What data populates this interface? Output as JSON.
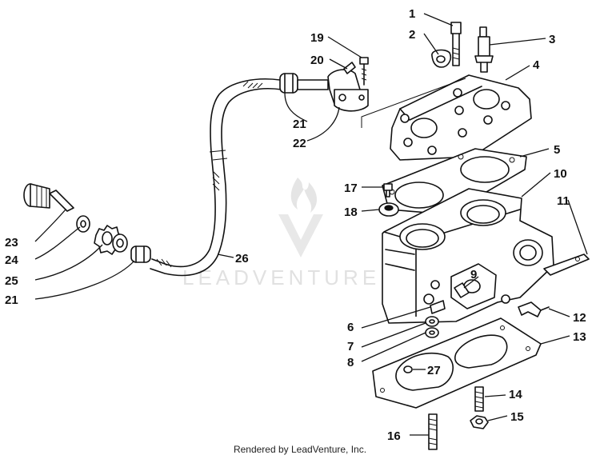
{
  "footer": {
    "credit": "Rendered by LeadVenture, Inc."
  },
  "watermark": {
    "text": "LEADVENTURE"
  },
  "callouts": {
    "c1": "1",
    "c2": "2",
    "c3": "3",
    "c4": "4",
    "c5": "5",
    "c6": "6",
    "c7": "7",
    "c8": "8",
    "c9": "9",
    "c10": "10",
    "c11": "11",
    "c12": "12",
    "c13": "13",
    "c14": "14",
    "c15": "15",
    "c16": "16",
    "c17": "17",
    "c18": "18",
    "c19": "19",
    "c20": "20",
    "c21a": "21",
    "c21b": "21",
    "c22": "22",
    "c23": "23",
    "c24": "24",
    "c25": "25",
    "c26": "26",
    "c27": "27"
  }
}
